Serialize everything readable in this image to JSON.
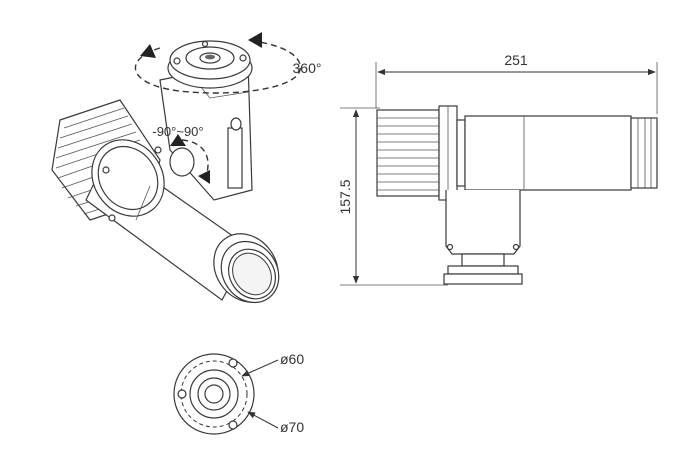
{
  "annotations": {
    "rotation_horizontal": "360°",
    "rotation_tilt": "-90°~90°"
  },
  "dimensions": {
    "length": "251",
    "height": "157.5",
    "inner_diameter": "ø60",
    "outer_diameter": "ø70"
  }
}
